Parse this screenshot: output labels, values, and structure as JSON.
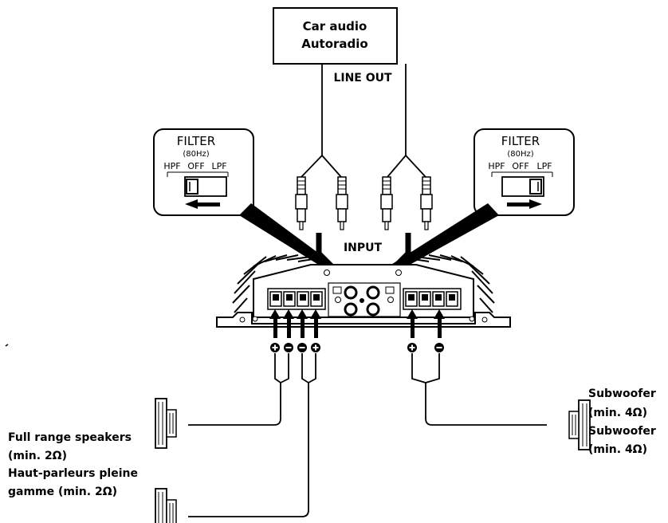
{
  "source_device": {
    "line1": "Car audio",
    "line2": "Autoradio"
  },
  "line_out_label": "LINE OUT",
  "input_label": "INPUT",
  "filter_left": {
    "title": "FILTER",
    "freq": "(80Hz)",
    "hpf": "HPF",
    "off": "OFF",
    "lpf": "LPF",
    "position": "HPF"
  },
  "filter_right": {
    "title": "FILTER",
    "freq": "(80Hz)",
    "hpf": "HPF",
    "off": "OFF",
    "lpf": "LPF",
    "position": "LPF"
  },
  "terminal_polarity_left": [
    "+",
    "−",
    "−",
    "+"
  ],
  "terminal_polarity_right": [
    "+",
    "−"
  ],
  "speakers_left": {
    "line1": "Full range speakers",
    "line2": "(min. 2Ω)",
    "line3": "Haut-parleurs pleine",
    "line4": "gamme (min. 2Ω)"
  },
  "speakers_right": {
    "line1": "Subwoofer",
    "line2": "(min. 4Ω)",
    "line3": "Subwoofer",
    "line4": "(min. 4Ω)"
  },
  "colors": {
    "line": "#000000",
    "background": "#ffffff"
  }
}
